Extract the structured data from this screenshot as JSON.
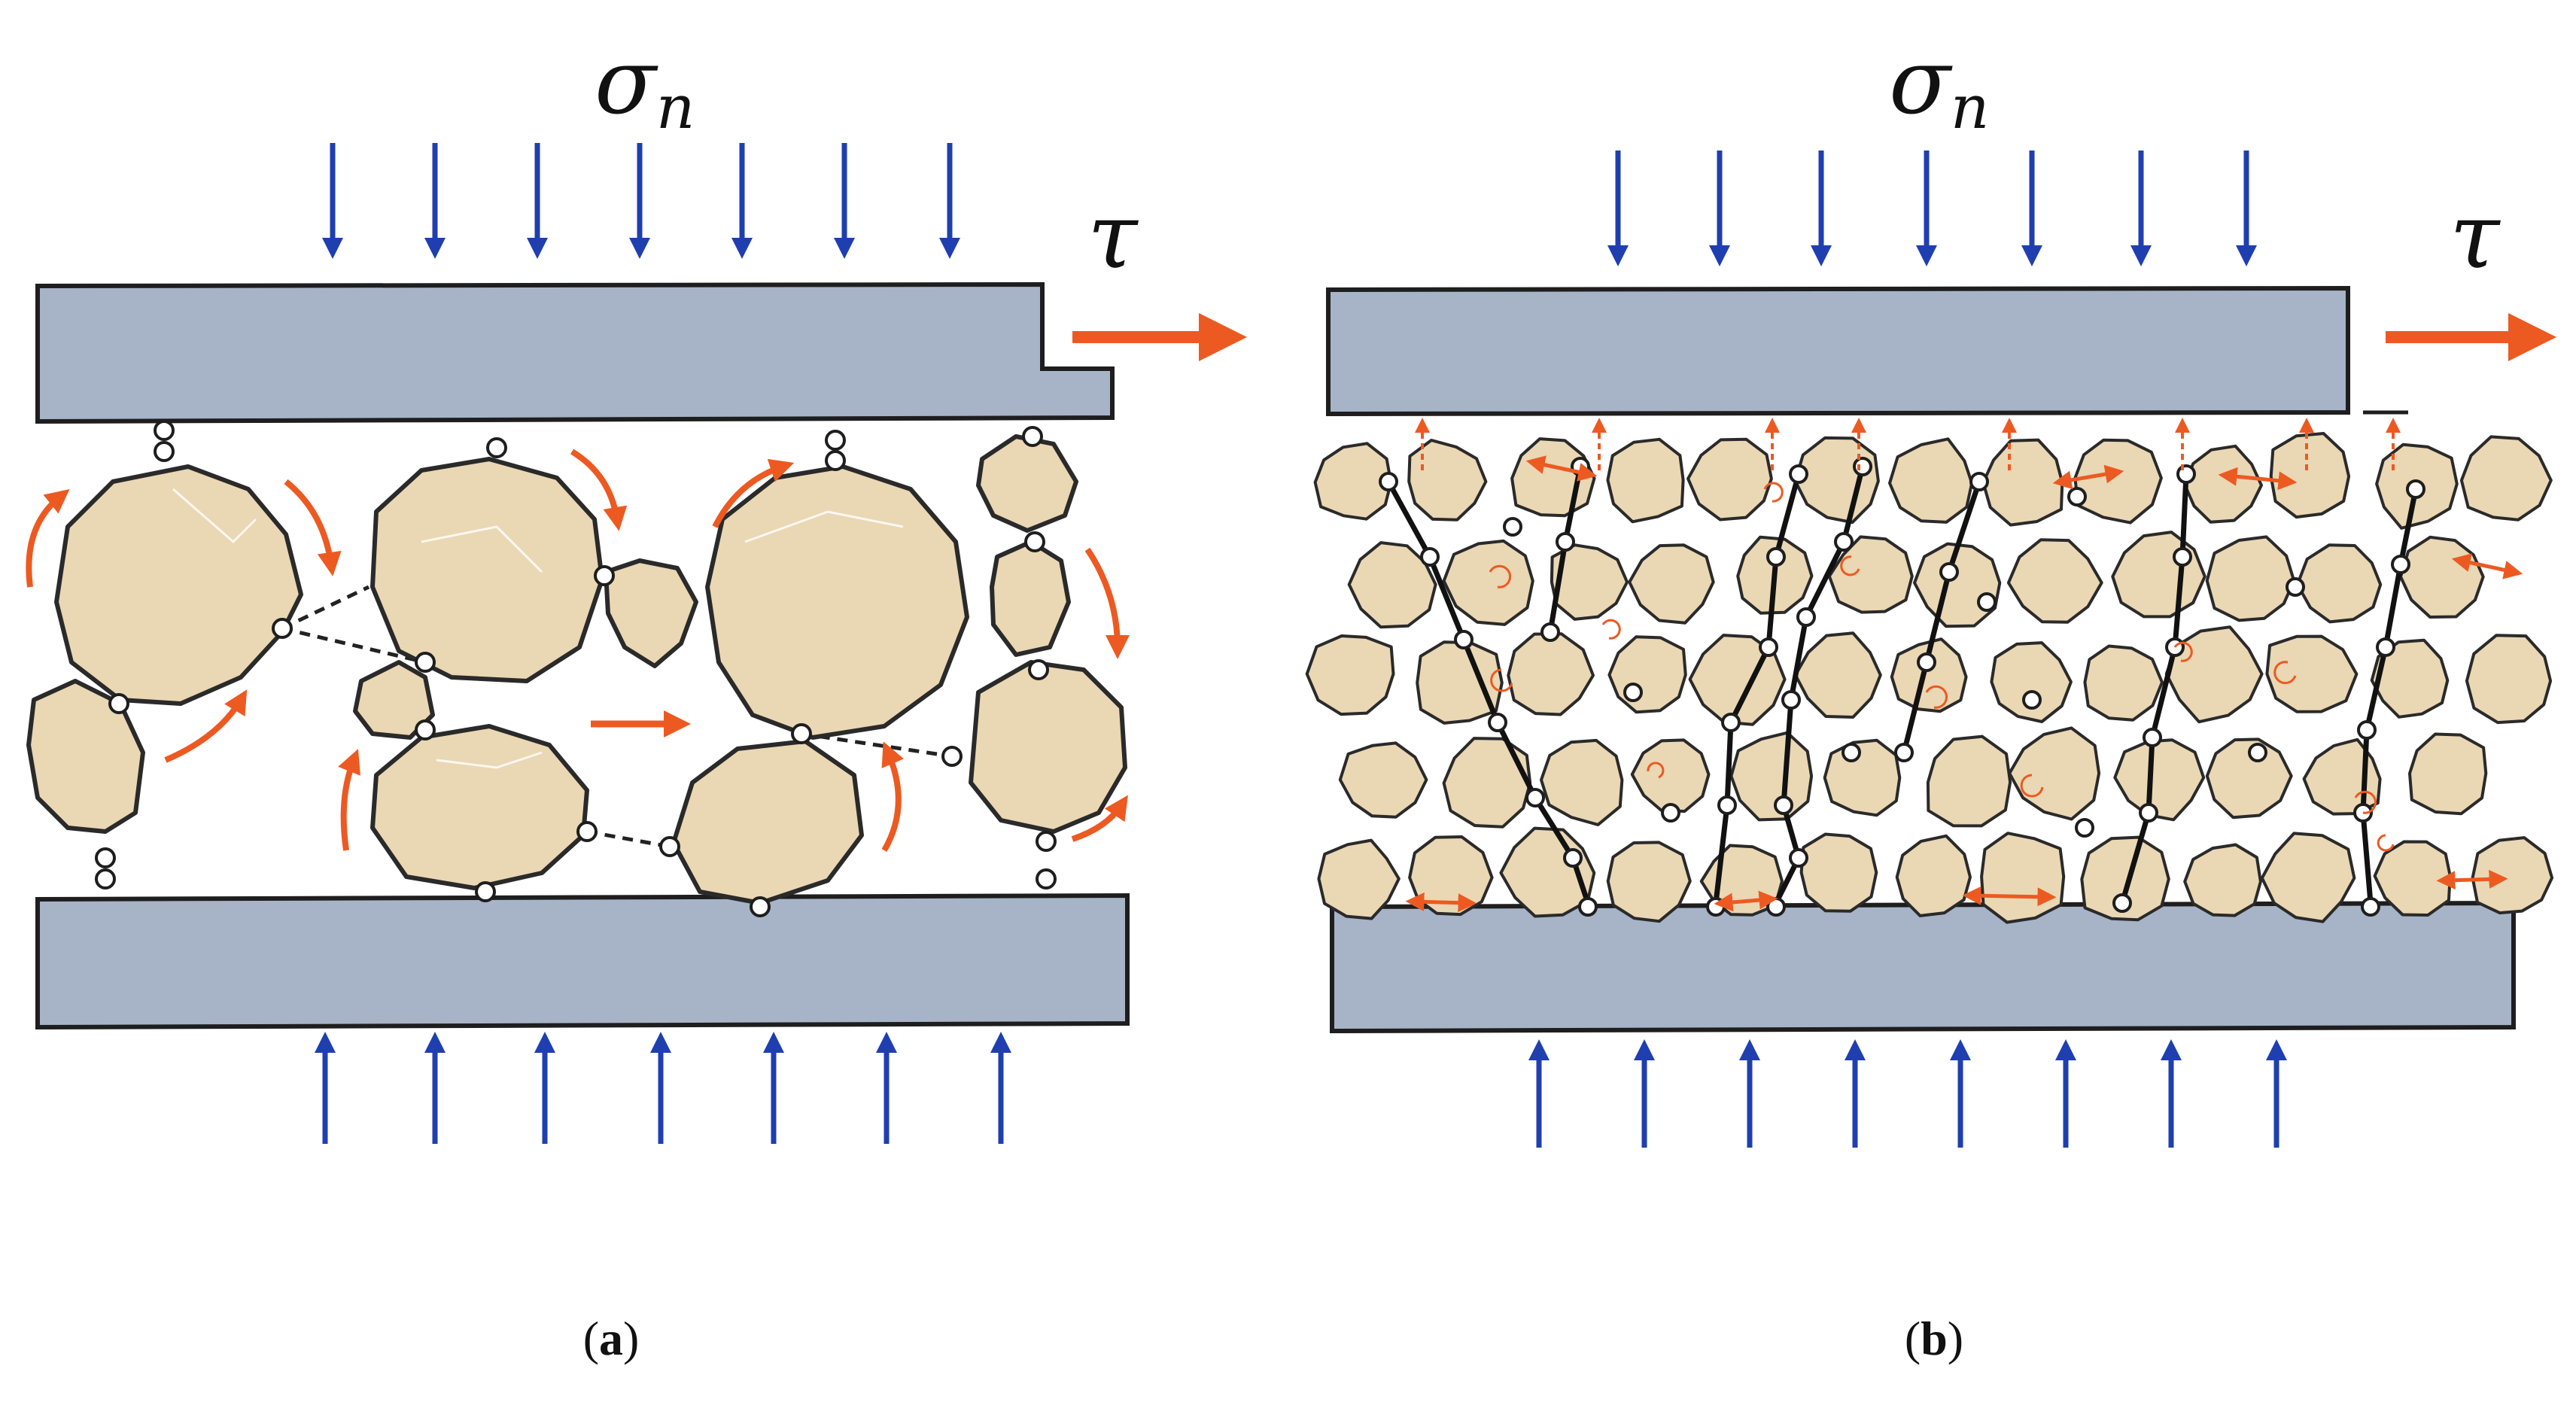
{
  "colors": {
    "plate": "#a7b4c7",
    "plate_edge": "#1e1e1e",
    "grain": "#ead7b4",
    "grain_edge": "#2a2a2a",
    "normal_arrow": "#1f3fb0",
    "shear_arrow": "#ec5a22",
    "contact": "#ffffff"
  },
  "panels": [
    {
      "id": "a",
      "normal_stress_symbol": "σ",
      "normal_stress_subscript": "n",
      "shear_stress_symbol": "τ",
      "caption_open": "(",
      "caption_letter": "a",
      "caption_close": ")"
    },
    {
      "id": "b",
      "normal_stress_symbol": "σ",
      "normal_stress_subscript": "n",
      "shear_stress_symbol": "τ",
      "caption_open": "(",
      "caption_letter": "b",
      "caption_close": ")"
    }
  ]
}
